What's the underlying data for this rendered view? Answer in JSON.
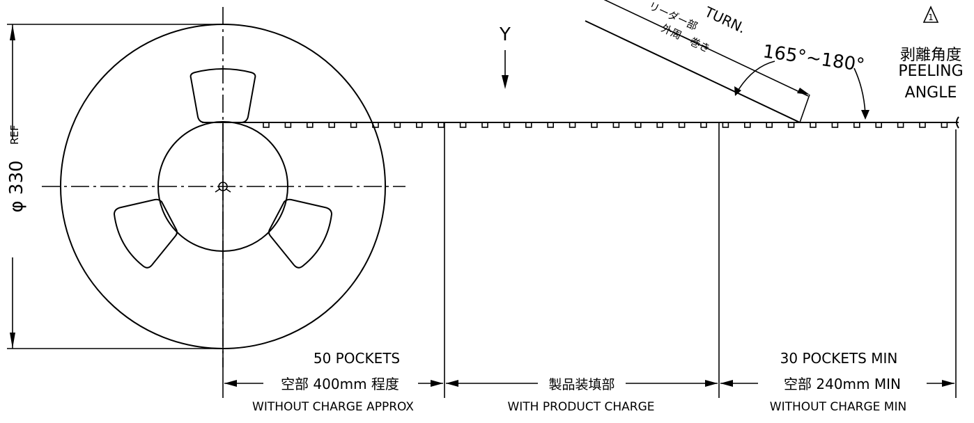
{
  "drawing": {
    "reel_diameter_value": "φ 330",
    "reel_diameter_ref": "REF",
    "direction_label": "Y",
    "revision_mark": "1",
    "leader_label_ja": "リーダー部",
    "leader_label_en_partial": "TURN.",
    "outer_wind_ja": "外周一巻き",
    "angle_value": "165°~180°",
    "peeling_angle_ja": "剥離角度",
    "peeling_angle_en_line1": "PEELING",
    "peeling_angle_en_line2": "ANGLE",
    "sections": [
      {
        "top": "50 POCKETS",
        "middle": "空部 400mm 程度",
        "bottom": "WITHOUT CHARGE APPROX"
      },
      {
        "top": "",
        "middle": "製品装填部",
        "bottom": "WITH PRODUCT CHARGE"
      },
      {
        "top": "30 POCKETS MIN",
        "middle": "空部 240mm MIN",
        "bottom": "WITHOUT CHARGE MIN"
      }
    ]
  }
}
